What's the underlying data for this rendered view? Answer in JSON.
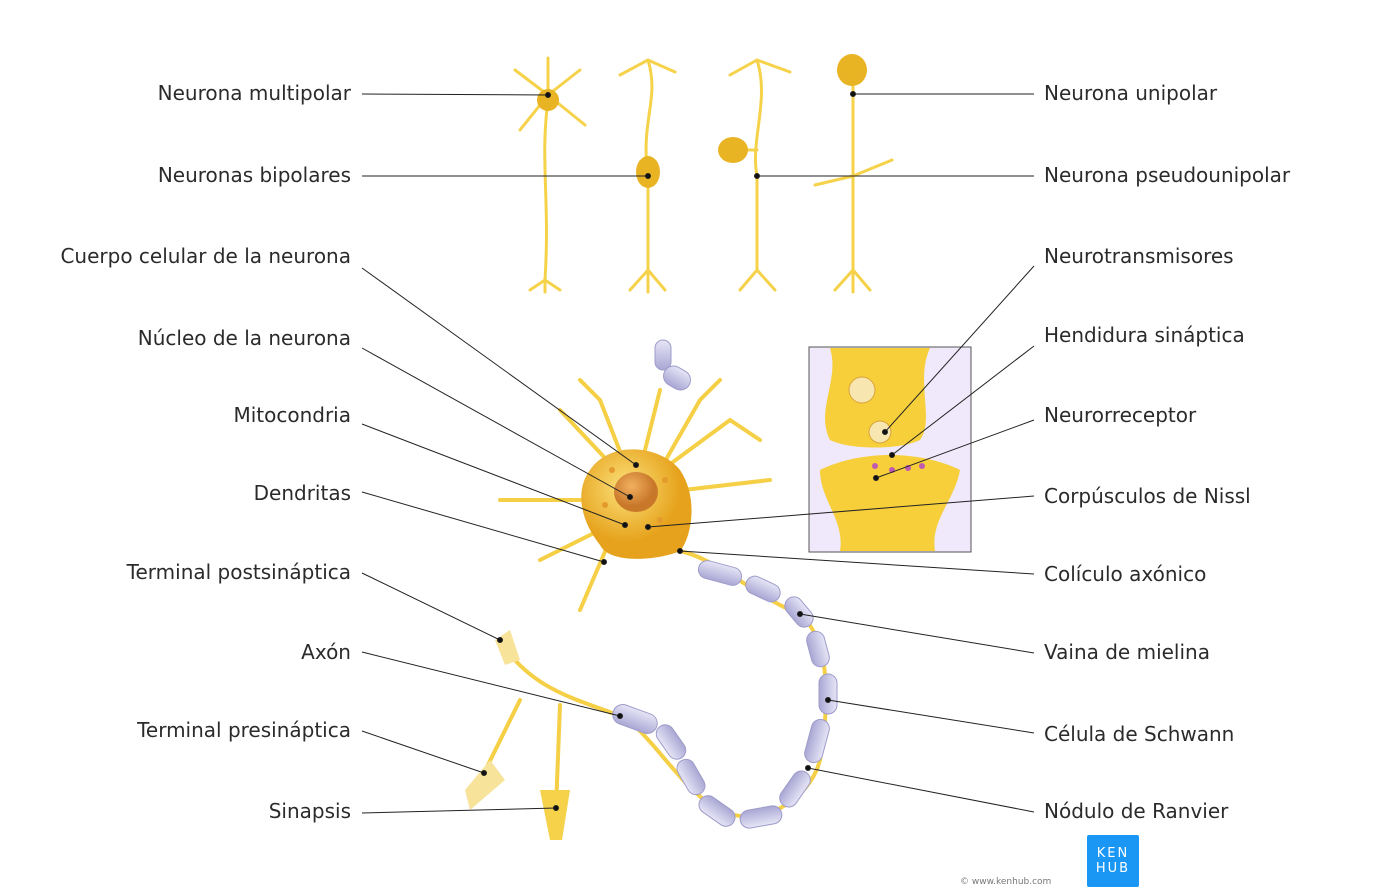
{
  "labels_left": [
    "Neurona multipolar",
    "Neuronas bipolares",
    "Cuerpo celular de la neurona",
    "Núcleo de la neurona",
    "Mitocondria",
    "Dendritas",
    "Terminal postsináptica",
    "Axón",
    "Terminal presináptica",
    "Sinapsis"
  ],
  "labels_right": [
    "Neurona unipolar",
    "Neurona pseudounipolar",
    "Neurotransmisores",
    "Hendidura sináptica",
    "Neurorreceptor",
    "Corpúsculos de Nissl",
    "Colículo axónico",
    "Vaina de mielina",
    "Célula de Schwann",
    "Nódulo de Ranvier"
  ],
  "logo": {
    "line1": "KEN",
    "line2": "HUB"
  },
  "copyright": "© www.kenhub.com",
  "colors": {
    "neuron": "#f7d34a",
    "soma": "#f0b62a",
    "myelin": "#c9c8e6",
    "logo": "#1a97f5",
    "line": "#222222"
  }
}
